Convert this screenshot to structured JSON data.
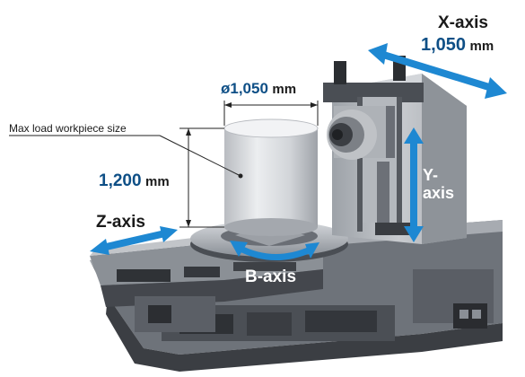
{
  "labels": {
    "max_load": "Max load workpiece size",
    "diameter_value": "ø1,050",
    "diameter_unit": "mm",
    "height_value": "1,200",
    "height_unit": "mm",
    "x_axis": "X-axis",
    "x_axis_value": "1,050",
    "x_axis_unit": "mm",
    "y_axis_line1": "Y-",
    "y_axis_line2": "axis",
    "z_axis": "Z-axis",
    "b_axis": "B-axis"
  },
  "colors": {
    "accent_blue": "#1e88d2",
    "label_blue": "#0e4f86",
    "machine_dark": "#3a3d42",
    "machine_mid": "#7b8087",
    "machine_light": "#c9ccd0"
  }
}
